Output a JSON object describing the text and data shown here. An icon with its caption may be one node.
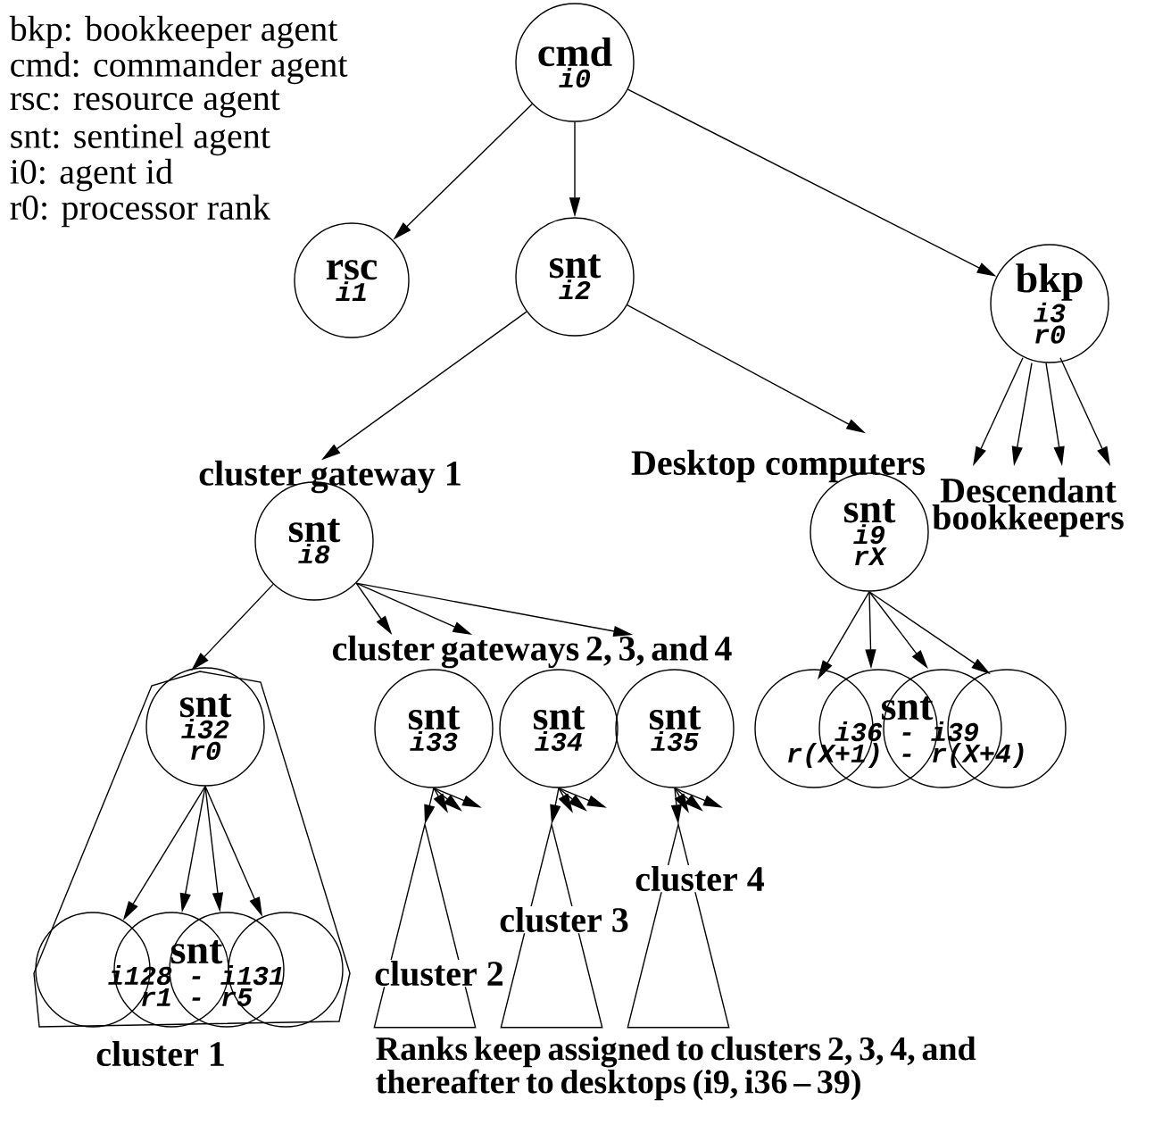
{
  "diagram": {
    "nodes": [
      {
        "text": [
          "cmd",
          "i0"
        ]
      },
      {
        "text": [
          "rsc",
          "i1"
        ]
      },
      {
        "text": [
          "snt",
          "i2"
        ]
      },
      {
        "text": [
          "bkp",
          "i3",
          "r0"
        ]
      },
      {
        "text": [
          "snt",
          "i8"
        ],
        "beside": [
          "cluster gateway 1"
        ]
      },
      {
        "text": [
          "snt",
          "i9",
          "rX"
        ],
        "beside": [
          "Desktop computers"
        ]
      },
      {
        "text": [
          "cluster 1"
        ]
      },
      {
        "text": [
          "snt",
          "i32",
          "r0"
        ],
        "in": 6
      },
      {
        "text": [],
        "shape": "circle",
        "in": 6
      },
      {
        "text": [],
        "shape": "circle",
        "in": 6
      },
      {
        "text": [],
        "shape": "circle",
        "in": 6
      },
      {
        "text": [],
        "shape": "circle",
        "in": 6
      },
      {
        "text": [
          "snt",
          "i33"
        ]
      },
      {
        "text": [
          "snt",
          "i34"
        ]
      },
      {
        "text": [
          "snt",
          "i35"
        ]
      },
      {
        "text": [
          "cluster 2"
        ]
      },
      {
        "text": [
          "cluster 3"
        ]
      },
      {
        "text": [
          "cluster 4"
        ]
      },
      {
        "text": [
          "snt",
          "i36 - i39",
          "r(X+1) - r(X+4)"
        ]
      },
      {
        "text": [
          "Descendant bookkeepers"
        ]
      },
      {
        "text": [
          "cluster gateways 2, 3, and 4"
        ]
      },
      {
        "text": [
          "snt",
          "i128 - i131",
          "r1 - r5"
        ],
        "in": 6
      }
    ],
    "edges": [
      {
        "from": 0,
        "to": 1,
        "arrow": "to"
      },
      {
        "from": 0,
        "to": 2,
        "arrow": "to"
      },
      {
        "from": 0,
        "to": 3,
        "arrow": "to"
      },
      {
        "from": 2,
        "to": 4,
        "arrow": "to"
      },
      {
        "from": 2,
        "to": 5,
        "arrow": "to"
      },
      {
        "from": 4,
        "to": 6,
        "arrow": "to"
      },
      {
        "from": 4,
        "to": 20,
        "arrow": "to"
      },
      {
        "from": 4,
        "to": 20,
        "arrow": "to"
      },
      {
        "from": 4,
        "to": 20,
        "arrow": "to"
      },
      {
        "from": 5,
        "to": 18,
        "arrow": "to"
      },
      {
        "from": 5,
        "to": 18,
        "arrow": "to"
      },
      {
        "from": 5,
        "to": 18,
        "arrow": "to"
      },
      {
        "from": 5,
        "to": 18,
        "arrow": "to"
      },
      {
        "from": 7,
        "to": 8,
        "arrow": "to"
      },
      {
        "from": 7,
        "to": 9,
        "arrow": "to"
      },
      {
        "from": 7,
        "to": 10,
        "arrow": "to"
      },
      {
        "from": 7,
        "to": 11,
        "arrow": "to"
      },
      {
        "from": 3,
        "to": 19,
        "arrow": "to"
      },
      {
        "from": 3,
        "to": 19,
        "arrow": "to"
      },
      {
        "from": 3,
        "to": 19,
        "arrow": "to"
      },
      {
        "from": 3,
        "to": 19,
        "arrow": "to"
      },
      {
        "from": 12,
        "to": 15,
        "arrow": "to"
      },
      {
        "from": 13,
        "to": 16,
        "arrow": "to"
      },
      {
        "from": 14,
        "to": 17,
        "arrow": "to"
      },
      {
        "from": 12,
        "to": null,
        "arrow": "to"
      },
      {
        "from": 12,
        "to": null,
        "arrow": "to"
      },
      {
        "from": 12,
        "to": null,
        "arrow": "to"
      },
      {
        "from": 13,
        "to": null,
        "arrow": "to"
      },
      {
        "from": 13,
        "to": null,
        "arrow": "to"
      },
      {
        "from": 13,
        "to": null,
        "arrow": "to"
      },
      {
        "from": 14,
        "to": null,
        "arrow": "to"
      },
      {
        "from": 14,
        "to": null,
        "arrow": "to"
      },
      {
        "from": 14,
        "to": null,
        "arrow": "to"
      }
    ],
    "labels": [
      "bkp: bookkeeper agent",
      "cmd: commander agent",
      "rsc: resource agent",
      "snt: sentinel agent",
      "i0: agent id",
      "r0: processor rank",
      "Ranks keep assigned to clusters 2, 3, 4, and thereafter to desktops (i9, i36 – 39)"
    ]
  }
}
